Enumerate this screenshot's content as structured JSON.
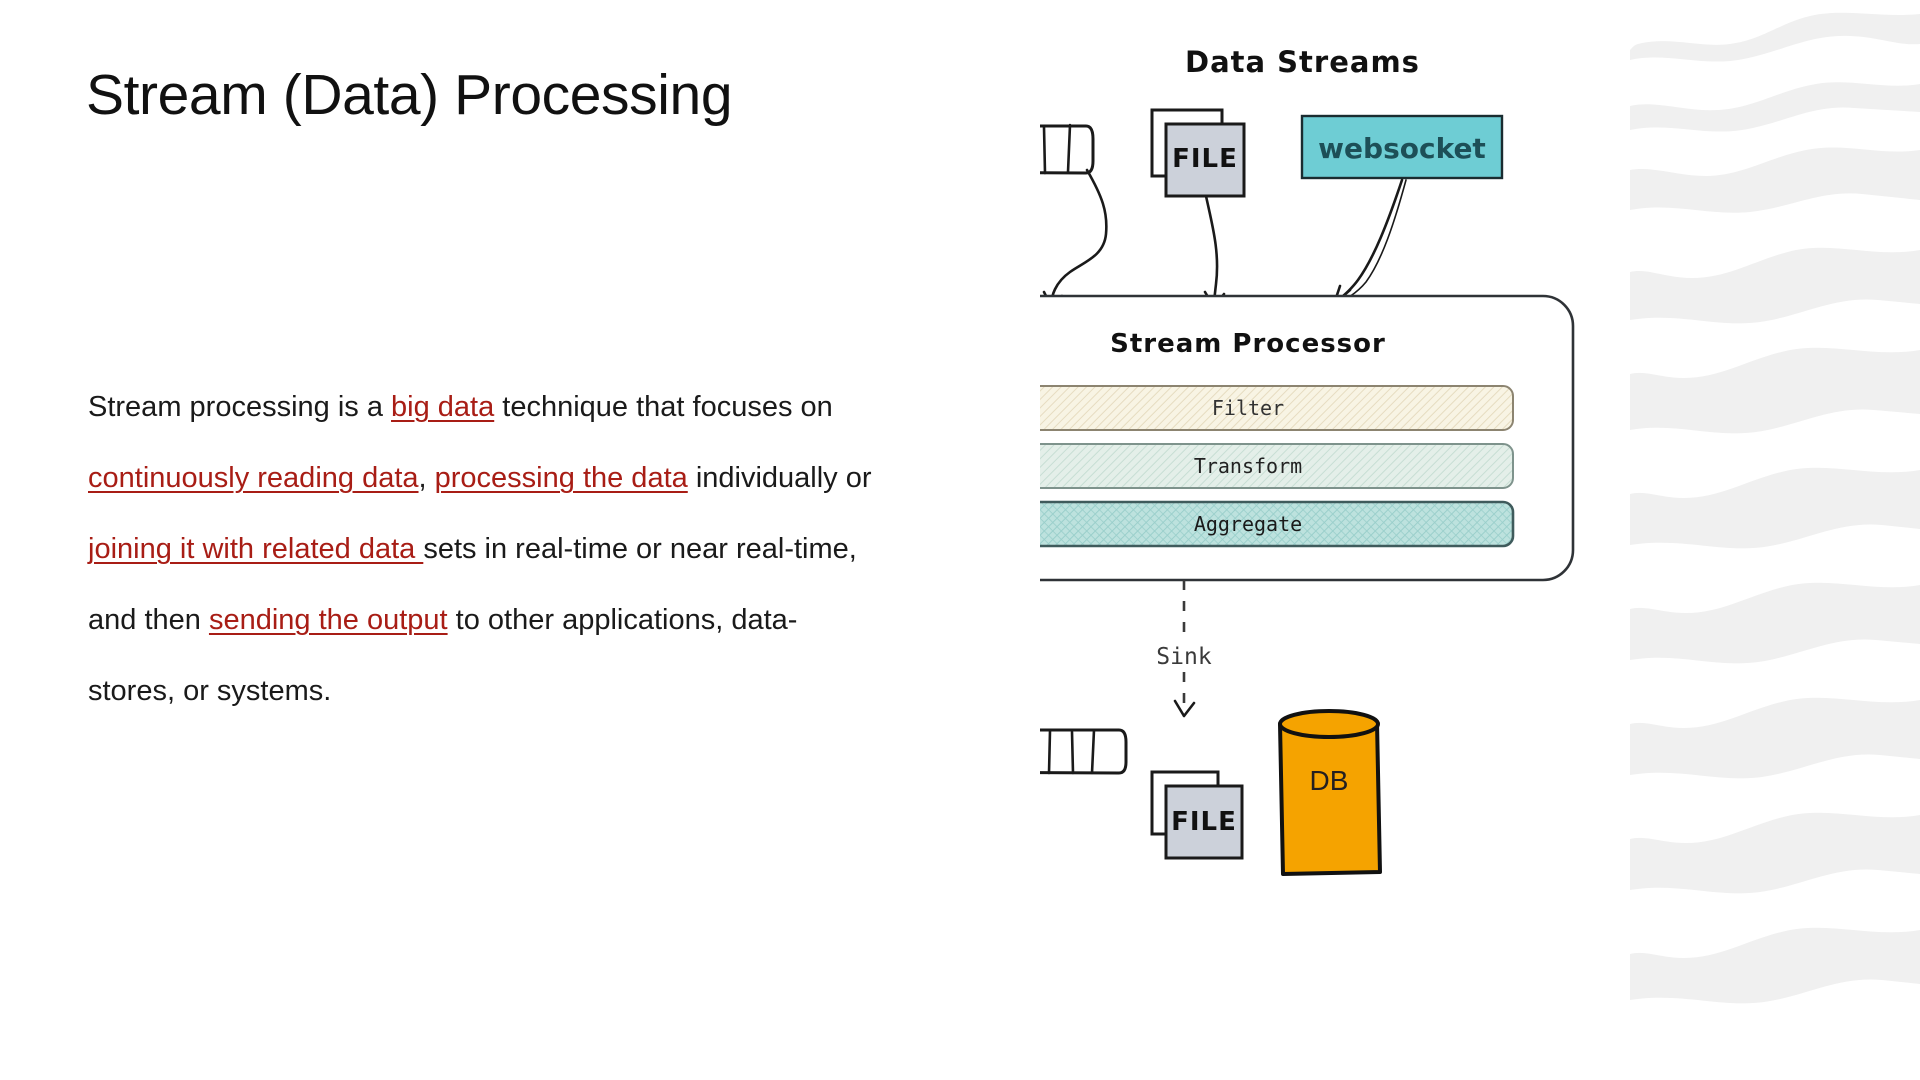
{
  "slide": {
    "title": "Stream (Data) Processing",
    "paragraph": {
      "seg1": "Stream processing is a ",
      "link1": "big data",
      "seg2": "  technique that focuses on ",
      "link2": "continuously reading data",
      "seg3": ", ",
      "link3": "processing the data",
      "seg4": " individually or ",
      "link4": "joining it with related data ",
      "seg5": "sets in real-time or near real-time, and then ",
      "link5": "sending the output",
      "seg6": " to other applications, data-stores, or systems."
    }
  },
  "diagram": {
    "header": "Data Streams",
    "sources": {
      "queue_label": "queue-stream",
      "file_label": "FILE",
      "websocket_label": "websocket"
    },
    "processor": {
      "title": "Stream Processor",
      "stages": [
        {
          "label": "Filter",
          "fill": "#f7f2e0",
          "stroke": "#8c8470"
        },
        {
          "label": "Transform",
          "fill": "#dfeae4",
          "stroke": "#7e938c"
        },
        {
          "label": "Aggregate",
          "fill": "#b8e0dd",
          "stroke": "#3f5b5c"
        }
      ]
    },
    "sink": {
      "label": "Sink"
    },
    "outputs": {
      "queue_label": "queue-out",
      "file_label": "FILE",
      "db_label": "DB"
    },
    "colors": {
      "websocket_fill": "#6ecdd4",
      "websocket_text": "#1d4f57",
      "file_fill": "#ccd1da",
      "db_fill": "#f5a300",
      "db_text": "#231f20",
      "ink": "#111111",
      "link_red": "#a81d15",
      "watermark": "#f0f0f0"
    }
  }
}
